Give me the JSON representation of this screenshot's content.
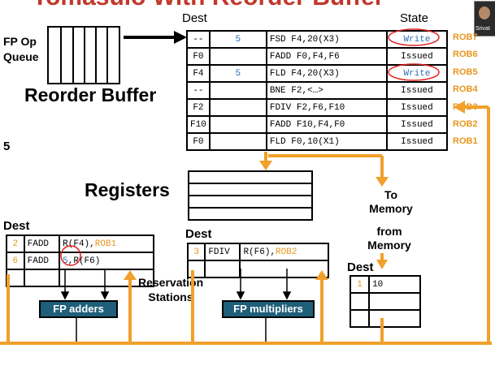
{
  "slide": {
    "title_fragment": "Tomasulo With Reorder Buffer",
    "fp_op_queue_label": "FP Op\nQueue",
    "reorder_buffer_label": "Reorder Buffer",
    "registers_label": "Registers",
    "side_number": "5",
    "to_memory": "To\nMemory",
    "from_memory": "from\nMemory",
    "reservation_stations": "Reservation\nStations",
    "fp_adders": "FP adders",
    "fp_multipliers": "FP multipliers",
    "presenter_name": "Srivat"
  },
  "reorder_buffer": {
    "dest_header": "Dest",
    "state_header": "State",
    "rows": [
      {
        "dest": "--",
        "value": "5",
        "instr": "FSD  F4,20(X3)",
        "state": "Write",
        "rob": "ROB7",
        "state_highlight": true
      },
      {
        "dest": "F0",
        "value": "",
        "instr": "FADD F0,F4,F6",
        "state": "Issued",
        "rob": "ROB6",
        "state_highlight": false
      },
      {
        "dest": "F4",
        "value": "5",
        "instr": "FLD  F4,20(X3)",
        "state": "Write",
        "rob": "ROB5",
        "state_highlight": true
      },
      {
        "dest": "--",
        "value": "",
        "instr": "BNE  F2,<…>",
        "state": "Issued",
        "rob": "ROB4",
        "state_highlight": false
      },
      {
        "dest": "F2",
        "value": "",
        "instr": "FDIV F2,F6,F10",
        "state": "Issued",
        "rob": "ROB3",
        "state_highlight": false
      },
      {
        "dest": "F10",
        "value": "",
        "instr": "FADD F10,F4,F0",
        "state": "Issued",
        "rob": "ROB2",
        "state_highlight": false
      },
      {
        "dest": "F0",
        "value": "",
        "instr": "FLD  F0,10(X1)",
        "state": "Issued",
        "rob": "ROB1",
        "state_highlight": false
      }
    ]
  },
  "adder_station": {
    "dest_header": "Dest",
    "rows": [
      {
        "id": "2",
        "op": "FADD",
        "src1": "R(F4),",
        "src2": "ROB1"
      },
      {
        "id": "6",
        "op": "FADD",
        "src1": "5",
        "src2": ",R(F6)"
      }
    ]
  },
  "mult_station": {
    "dest_header": "Dest",
    "rows": [
      {
        "id": "3",
        "op": "FDIV",
        "src1": "R(F6),",
        "src2": "ROB2"
      }
    ]
  },
  "memory_buffer": {
    "dest_header": "Dest",
    "rows": [
      {
        "id": "1",
        "value": "10"
      }
    ]
  },
  "colors": {
    "bus": "#f1a02a",
    "rob_tag": "#e8961e",
    "value_blue": "#2a6db5",
    "unit_fill": "#1f5f7a",
    "highlight_circle": "#e02020"
  }
}
